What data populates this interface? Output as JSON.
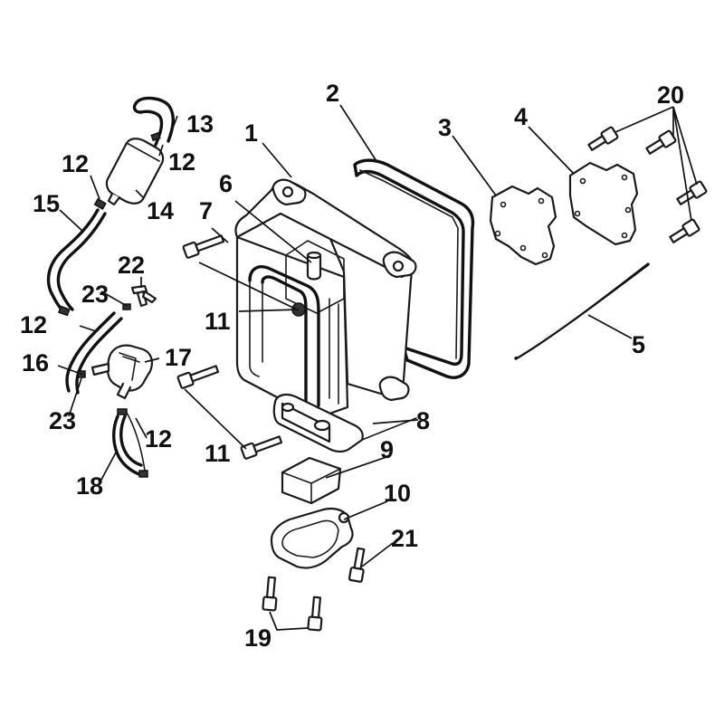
{
  "colors": {
    "line": "#1a1a1a",
    "background": "#ffffff",
    "shade": "#d9d9d9"
  },
  "callouts": {
    "n1": "1",
    "n2": "2",
    "n3": "3",
    "n4": "4",
    "n5": "5",
    "n6": "6",
    "n7": "7",
    "n8": "8",
    "n9": "9",
    "n10": "10",
    "n11a": "11",
    "n11b": "11",
    "n12a": "12",
    "n12b": "12",
    "n12c": "12",
    "n12d": "12",
    "n13": "13",
    "n14": "14",
    "n15": "15",
    "n16": "16",
    "n17": "17",
    "n18": "18",
    "n19": "19",
    "n20": "20",
    "n21": "21",
    "n22": "22",
    "n23a": "23",
    "n23b": "23"
  }
}
